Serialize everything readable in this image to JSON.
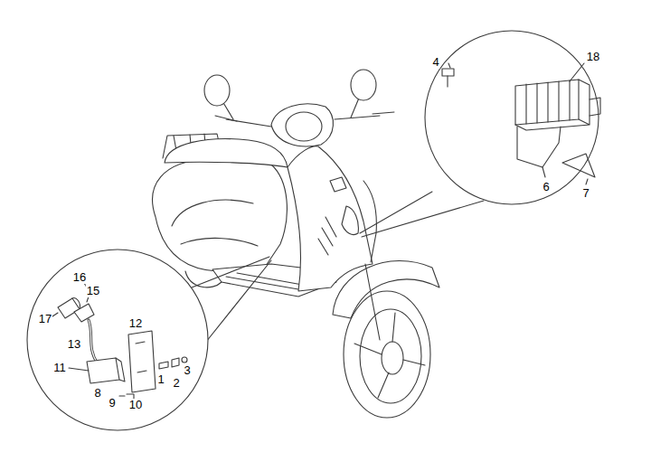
{
  "diagram": {
    "labels": [
      "4",
      "18",
      "6",
      "7",
      "16",
      "15",
      "17",
      "13",
      "12",
      "11",
      "1",
      "3",
      "2",
      "8",
      "9",
      "10"
    ]
  }
}
